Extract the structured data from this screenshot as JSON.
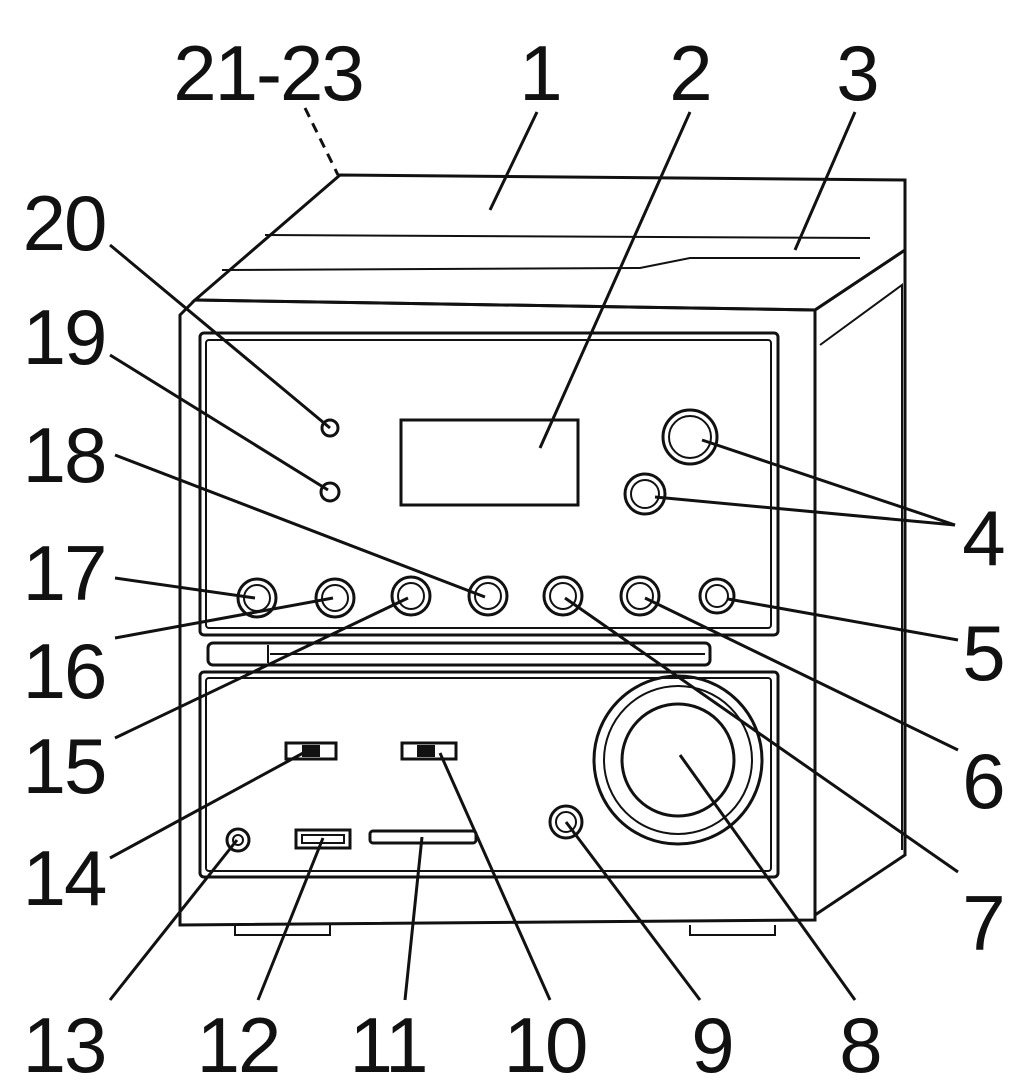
{
  "labels": {
    "l1": "1",
    "l2": "2",
    "l3": "3",
    "l4": "4",
    "l5": "5",
    "l6": "6",
    "l7": "7",
    "l8": "8",
    "l9": "9",
    "l10": "10",
    "l11": "11",
    "l12": "12",
    "l13": "13",
    "l14": "14",
    "l15": "15",
    "l16": "16",
    "l17": "17",
    "l18": "18",
    "l19": "19",
    "l20": "20",
    "l21_23": "21-23"
  }
}
